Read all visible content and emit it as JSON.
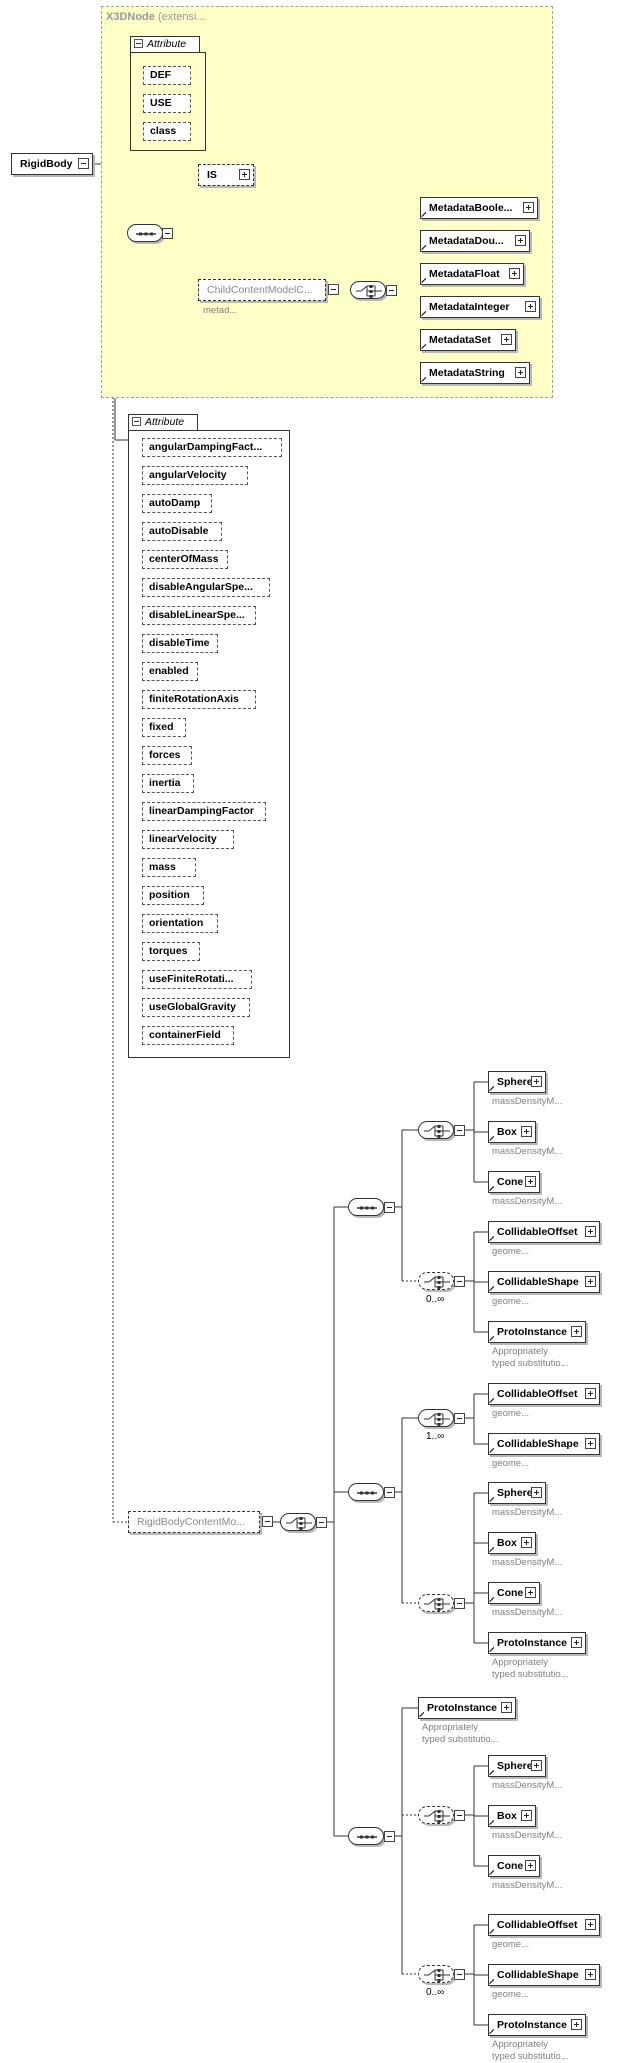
{
  "diagram": {
    "root": {
      "label": "RigidBody"
    },
    "extension": {
      "title_bold": "X3DNode",
      "title_rest": " (extensi..."
    },
    "base_attribute_group": {
      "title": "Attribute",
      "items": [
        "DEF",
        "USE",
        "class"
      ]
    },
    "is_element": {
      "label": "IS"
    },
    "child_content_model": {
      "label": "ChildContentModelC...",
      "note": "metad..."
    },
    "metadata_choice": [
      "MetadataBoole...",
      "MetadataDou...",
      "MetadataFloat",
      "MetadataInteger",
      "MetadataSet",
      "MetadataString"
    ],
    "attribute_group": {
      "title": "Attribute",
      "items": [
        "angularDampingFact...",
        "angularVelocity",
        "autoDamp",
        "autoDisable",
        "centerOfMass",
        "disableAngularSpe...",
        "disableLinearSpe...",
        "disableTime",
        "enabled",
        "finiteRotationAxis",
        "fixed",
        "forces",
        "inertia",
        "linearDampingFactor",
        "linearVelocity",
        "mass",
        "position",
        "orientation",
        "torques",
        "useFiniteRotati...",
        "useGlobalGravity",
        "containerField"
      ]
    },
    "content_model": {
      "label": "RigidBodyContentMo..."
    },
    "seq1": {
      "mass_choice": [
        {
          "label": "Sphere",
          "note": "massDensityM..."
        },
        {
          "label": "Box",
          "note": "massDensityM..."
        },
        {
          "label": "Cone",
          "note": "massDensityM..."
        }
      ],
      "geometry_choice": [
        {
          "label": "CollidableOffset",
          "note": "geome..."
        },
        {
          "label": "CollidableShape",
          "note": "geome..."
        },
        {
          "label": "ProtoInstance",
          "note": "Appropriately\ntyped substitutio..."
        }
      ],
      "geometry_occurs": "0..∞"
    },
    "seq2": {
      "geometry_choice": [
        {
          "label": "CollidableOffset",
          "note": "geome..."
        },
        {
          "label": "CollidableShape",
          "note": "geome..."
        }
      ],
      "geometry_occurs": "1..∞",
      "mass_choice": [
        {
          "label": "Sphere",
          "note": "massDensityM..."
        },
        {
          "label": "Box",
          "note": "massDensityM..."
        },
        {
          "label": "Cone",
          "note": "massDensityM..."
        },
        {
          "label": "ProtoInstance",
          "note": "Appropriately\ntyped substitutio..."
        }
      ]
    },
    "seq3": {
      "proto": {
        "label": "ProtoInstance",
        "note": "Appropriately\ntyped substitutio..."
      },
      "mass_choice": [
        {
          "label": "Sphere",
          "note": "massDensityM..."
        },
        {
          "label": "Box",
          "note": "massDensityM..."
        },
        {
          "label": "Cone",
          "note": "massDensityM..."
        }
      ],
      "geometry_choice": [
        {
          "label": "CollidableOffset",
          "note": "geome..."
        },
        {
          "label": "CollidableShape",
          "note": "geome..."
        },
        {
          "label": "ProtoInstance",
          "note": "Appropriately\ntyped substitutio..."
        }
      ],
      "geometry_occurs": "0..∞"
    },
    "colors": {
      "extension_fill": "#ffffc8",
      "line": "#333333",
      "note_text": "#808080"
    }
  }
}
